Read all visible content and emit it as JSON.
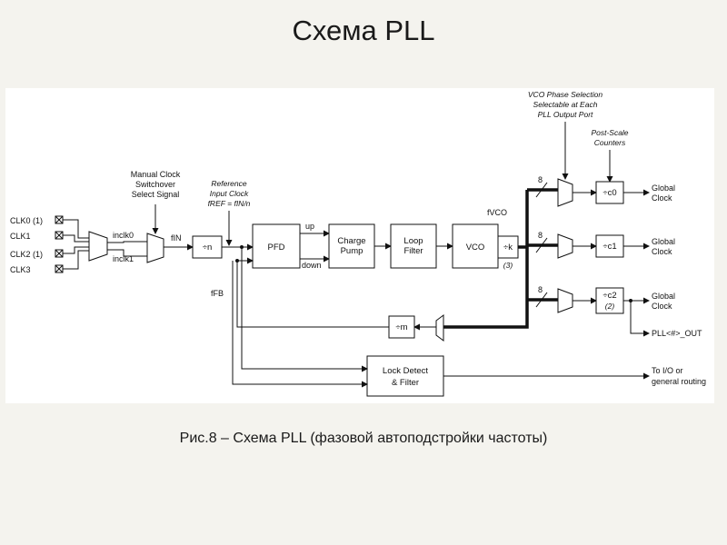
{
  "slide_title": "Схема PLL",
  "caption": "Рис.8 – Схема PLL (фазовой автоподстройки частоты)",
  "diagram": {
    "inputs": [
      "CLK0 (1)",
      "CLK1",
      "CLK2 (1)",
      "CLK3"
    ],
    "switchover_label": [
      "Manual Clock",
      "Switchover",
      "Select Signal"
    ],
    "mux_inputs": [
      "inclk0",
      "inclk1"
    ],
    "ref_clock_label": [
      "Reference",
      "Input Clock",
      "fREF = fIN/n"
    ],
    "fin_label": "fIN",
    "ffb_label": "fFB",
    "fvco_label": "fVCO",
    "blocks": {
      "div_n": "÷n",
      "pfd": "PFD",
      "charge_pump": [
        "Charge",
        "Pump"
      ],
      "loop_filter": [
        "Loop",
        "Filter"
      ],
      "vco": "VCO",
      "div_k": "÷k",
      "div_k_note": "(3)",
      "div_m": "÷m",
      "lock_detect": [
        "Lock Detect",
        "& Filter"
      ],
      "c0": "÷c0",
      "c1": "÷c1",
      "c2": "÷c2",
      "c2_note": "(2)"
    },
    "signals": {
      "up": "up",
      "down": "down"
    },
    "bus_width": "8",
    "phase_selection_label": [
      "VCO Phase Selection",
      "Selectable at Each",
      "PLL Output Port"
    ],
    "post_scale_label": [
      "Post-Scale",
      "Counters"
    ],
    "outputs": {
      "global_clock": [
        "Global",
        "Clock"
      ],
      "pll_out": "PLL<#>_OUT",
      "io_routing": [
        "To I/O or",
        "general routing"
      ]
    }
  }
}
